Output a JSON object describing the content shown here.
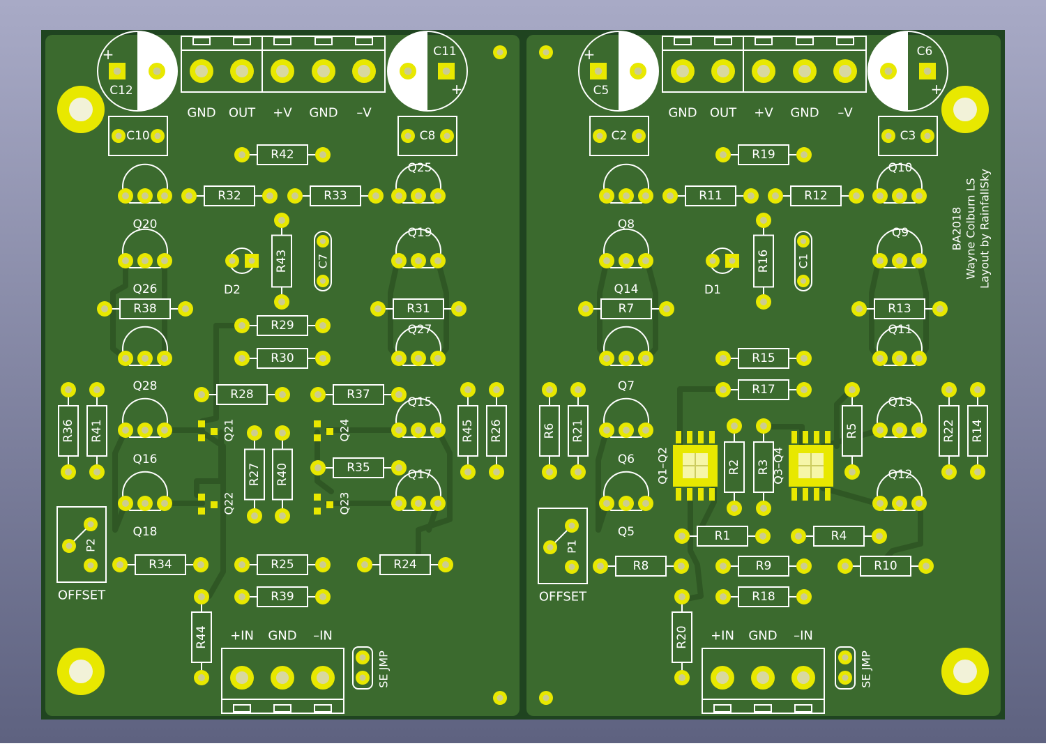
{
  "colors": {
    "bg_top": "#a8aac6",
    "bg_bottom": "#5e6280",
    "board_edge": "#1f4420",
    "board": "#3b6a2e",
    "trace": "#315a26",
    "pad": "#e8e800",
    "silk": "#ffffff",
    "hole": "#f2f2d8"
  },
  "left": {
    "caps": {
      "c12": "C12",
      "c11": "C11",
      "c10": "C10",
      "c8": "C8",
      "c7": "C7"
    },
    "conn_top": [
      "GND",
      "OUT",
      "+V",
      "GND",
      "–V"
    ],
    "res": {
      "r42": "R42",
      "r32": "R32",
      "r33": "R33",
      "r43": "R43",
      "r38": "R38",
      "r31": "R31",
      "r29": "R29",
      "r30": "R30",
      "r28": "R28",
      "r37": "R37",
      "r36": "R36",
      "r41": "R41",
      "r27": "R27",
      "r40": "R40",
      "r35": "R35",
      "r45": "R45",
      "r26": "R26",
      "r34": "R34",
      "r25": "R25",
      "r24": "R24",
      "r39": "R39",
      "r44": "R44"
    },
    "trans": {
      "q25": "Q25",
      "q20": "Q20",
      "q19": "Q19",
      "q26": "Q26",
      "q27": "Q27",
      "q28": "Q28",
      "q15": "Q15",
      "q16": "Q16",
      "q21": "Q21",
      "q24": "Q24",
      "q17": "Q17",
      "q18": "Q18",
      "q22": "Q22",
      "q23": "Q23"
    },
    "diode": "D2",
    "pot": "P2",
    "offset": "OFFSET",
    "conn_bottom": [
      "+IN",
      "GND",
      "–IN"
    ],
    "se_jmp": "SE JMP"
  },
  "right": {
    "caps": {
      "c5": "C5",
      "c6": "C6",
      "c2": "C2",
      "c3": "C3",
      "c1": "C1"
    },
    "conn_top": [
      "GND",
      "OUT",
      "+V",
      "GND",
      "–V"
    ],
    "res": {
      "r19": "R19",
      "r11": "R11",
      "r12": "R12",
      "r16": "R16",
      "r7": "R7",
      "r13": "R13",
      "r15": "R15",
      "r17": "R17",
      "r6": "R6",
      "r21": "R21",
      "r2": "R2",
      "r3": "R3",
      "r5": "R5",
      "r22": "R22",
      "r14": "R14",
      "r1": "R1",
      "r4": "R4",
      "r8": "R8",
      "r9": "R9",
      "r10": "R10",
      "r18": "R18",
      "r20": "R20"
    },
    "trans": {
      "q10": "Q10",
      "q8": "Q8",
      "q9": "Q9",
      "q14": "Q14",
      "q11": "Q11",
      "q7": "Q7",
      "q13": "Q13",
      "q6": "Q6",
      "q12": "Q12",
      "q5": "Q5"
    },
    "dual": {
      "q1q2": "Q1–Q2",
      "q3q4": "Q3–Q4"
    },
    "diode": "D1",
    "pot": "P1",
    "offset": "OFFSET",
    "conn_bottom": [
      "+IN",
      "GND",
      "–IN"
    ],
    "se_jmp": "SE JMP",
    "credit": [
      "BA2018",
      "Wayne Colburn LS",
      "Layout by RainfallSky"
    ]
  }
}
